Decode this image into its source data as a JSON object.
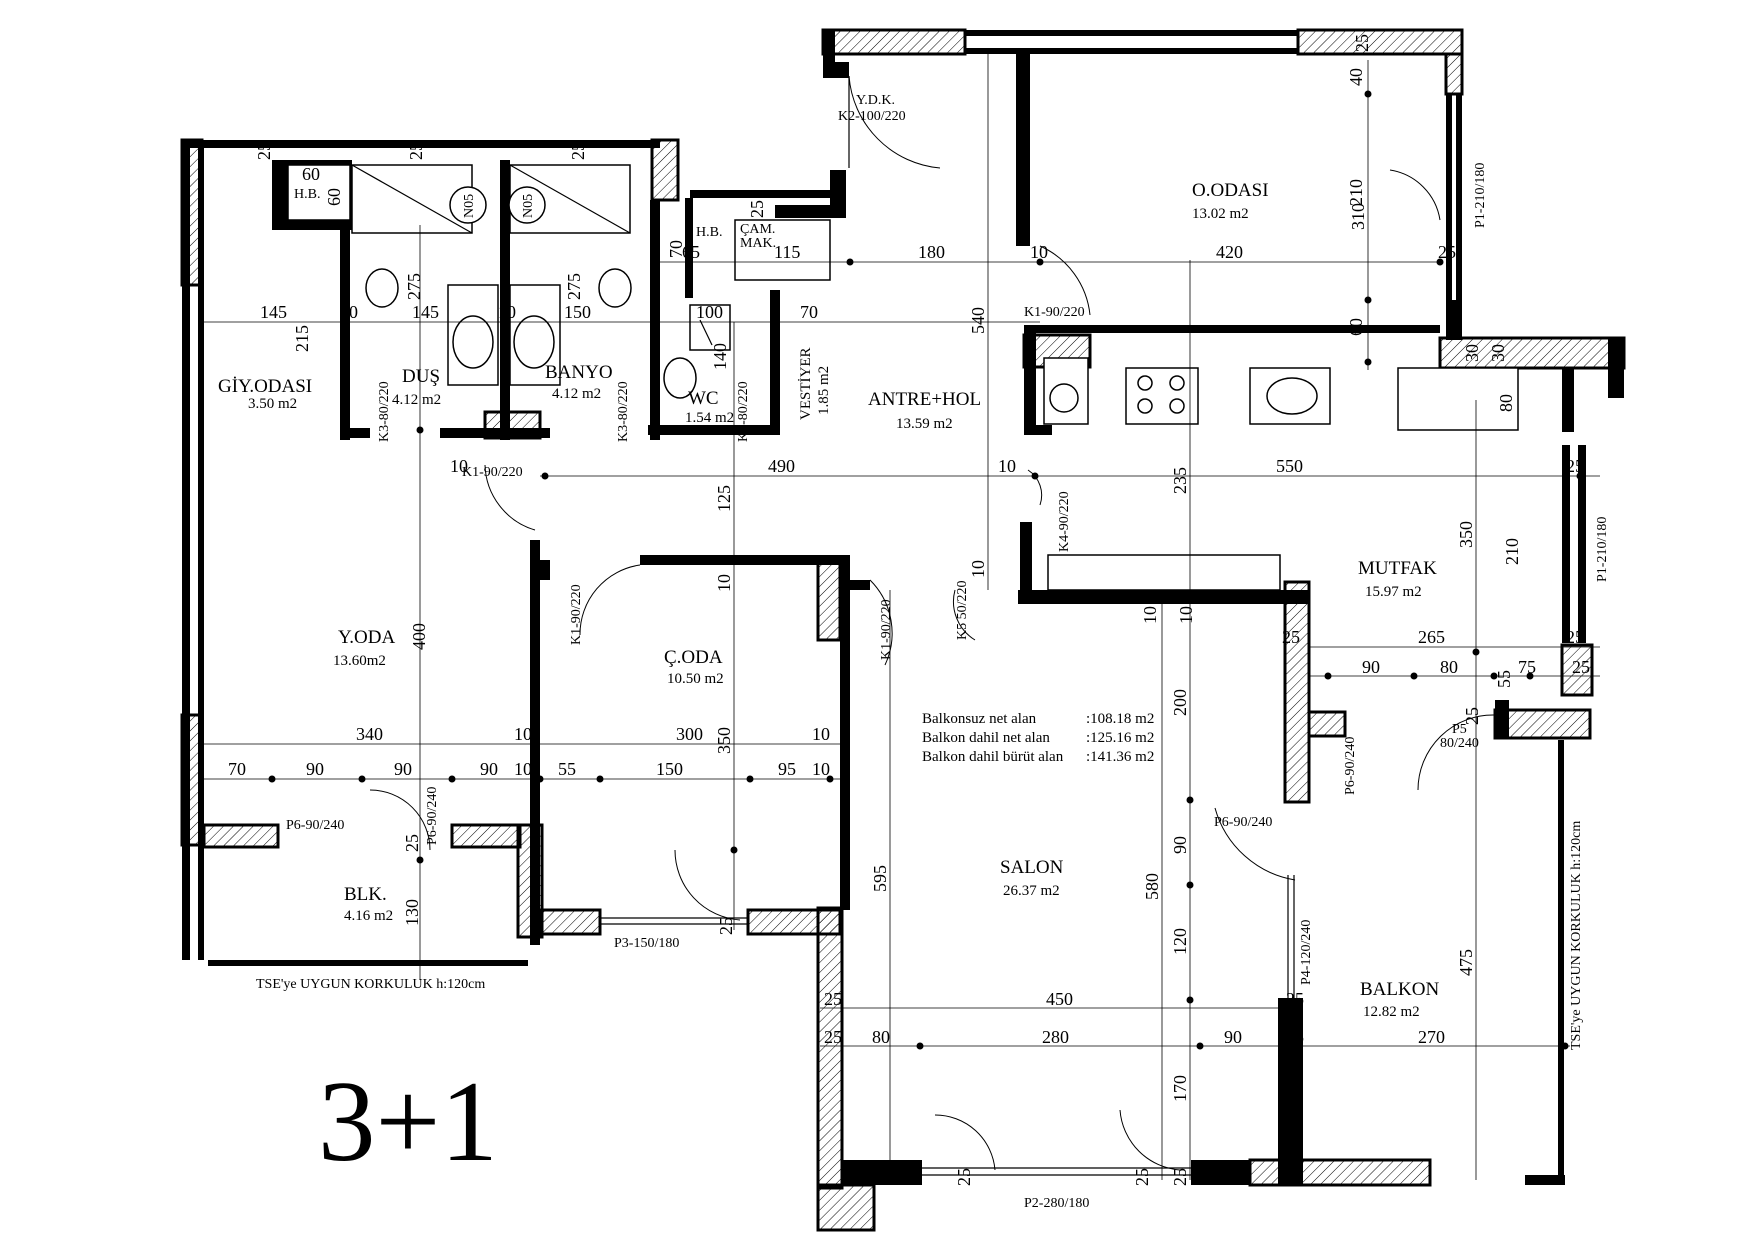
{
  "plan_title": "3+1",
  "rooms": [
    {
      "id": "giy_odasi",
      "name": "GİY.ODASI",
      "area": "3.50 m2"
    },
    {
      "id": "dus",
      "name": "DUŞ",
      "area": "4.12 m2"
    },
    {
      "id": "banyo",
      "name": "BANYO",
      "area": "4.12 m2"
    },
    {
      "id": "wc",
      "name": "WC",
      "area": "1.54 m2"
    },
    {
      "id": "vestiyer",
      "name": "VESTİYER",
      "area": "1.85 m2"
    },
    {
      "id": "antre_hol",
      "name": "ANTRE+HOL",
      "area": "13.59 m2"
    },
    {
      "id": "o_odasi",
      "name": "O.ODASI",
      "area": "13.02 m2"
    },
    {
      "id": "mutfak",
      "name": "MUTFAK",
      "area": "15.97 m2"
    },
    {
      "id": "y_oda",
      "name": "Y.ODA",
      "area": "13.60m2"
    },
    {
      "id": "c_oda",
      "name": "Ç.ODA",
      "area": "10.50 m2"
    },
    {
      "id": "salon",
      "name": "SALON",
      "area": "26.37 m2"
    },
    {
      "id": "blk",
      "name": "BLK.",
      "area": "4.16 m2"
    },
    {
      "id": "balkon",
      "name": "BALKON",
      "area": "12.82 m2"
    }
  ],
  "area_summary": [
    {
      "label": "Balkonsuz net alan",
      "value": ":108.18 m2"
    },
    {
      "label": "Balkon dahil net alan",
      "value": ":125.16 m2"
    },
    {
      "label": "Balkon dahil bürüt alan",
      "value": ":141.36 m2"
    }
  ],
  "doors": {
    "ydk_title": "Y.D.K.",
    "ydk_code": "K2-100/220",
    "k1_hol": "K1-90/220",
    "k1_yoda": "K1-90/220",
    "k1_coda_left": "K1-90/220",
    "k1_coda_right": "K1-90/220",
    "k3_dus": "K3-80/220",
    "k3_banyo": "K3-80/220",
    "k3_wc": "K3-80/220",
    "k4": "K4-90/220",
    "k5": "K5 50/220",
    "p1_top": "P1-210/180",
    "p1_mutfak": "P1-210/180",
    "p2": "P2-280/180",
    "p3": "P3-150/180",
    "p4": "P4-120/240",
    "p5_title": "P5",
    "p5_code": "80/240",
    "p6_blk": "P6-90/240",
    "p6_blk_v": "P6-90/240",
    "p6_mutfak": "P6-90/240",
    "p6_salon": "P6-90/240"
  },
  "fixtures": {
    "hb_left": "H.B.",
    "hb_wc": "H.B.",
    "cam_mak_1": "ÇAM.",
    "cam_mak_2": "MAK.",
    "n05_1": "N05",
    "n05_2": "N05"
  },
  "railing_notes": {
    "bottom": "TSE'ye UYGUN KORKULUK h:120cm",
    "right": "TSE'ye UYGUN KORKULUK h:120cm"
  },
  "dimensions": {
    "d_25a": "25",
    "d_25b": "25",
    "d_25c": "25",
    "d_25d": "25",
    "d_60a": "60",
    "d_60b": "60",
    "d_275a": "275",
    "d_275b": "275",
    "d_145a": "145",
    "d_10a": "10",
    "d_145b": "145",
    "d_10b": "10",
    "d_150a": "150",
    "d_215": "215",
    "d_70a": "70",
    "d_65": "65",
    "d_115": "115",
    "d_180a": "180",
    "d_10c": "10",
    "d_420": "420",
    "d_25e": "25",
    "d_100": "100",
    "d_70b": "70",
    "d_140": "140",
    "d_310": "310",
    "d_210a": "210",
    "d_40": "40",
    "d_60c": "60",
    "d_25f": "25",
    "d_540": "540",
    "d_30a": "30",
    "d_30b": "30",
    "d_80a": "80",
    "d_10d": "10",
    "d_490": "490",
    "d_10e": "10",
    "d_550": "550",
    "d_25g": "25",
    "d_125": "125",
    "d_235": "235",
    "d_350a": "350",
    "d_210b": "210",
    "d_10f": "10",
    "d_10g": "10",
    "d_10h": "10",
    "d_10i": "10",
    "d_25h": "25",
    "d_265": "265",
    "d_25i": "25",
    "d_90a": "90",
    "d_80b": "80",
    "d_55a": "55",
    "d_75": "75",
    "d_25j": "25",
    "d_25k": "25",
    "d_400": "400",
    "d_200": "200",
    "d_340": "340",
    "d_10j": "10",
    "d_300": "300",
    "d_350b": "350",
    "d_10k": "10",
    "d_70c": "70",
    "d_90b": "90",
    "d_90c": "90",
    "d_90d": "90",
    "d_10l": "10",
    "d_55b": "55",
    "d_150b": "150",
    "d_95": "95",
    "d_10m": "10",
    "d_25l": "25",
    "d_130": "130",
    "d_595": "595",
    "d_580": "580",
    "d_90e": "90",
    "d_120": "120",
    "d_475": "475",
    "d_25m": "25",
    "d_450": "450",
    "d_25n": "25",
    "d_25o": "25",
    "d_80c": "80",
    "d_280": "280",
    "d_90f": "90",
    "d_25p": "25",
    "d_270": "270",
    "d_170": "170",
    "d_25q": "25",
    "d_25r": "25",
    "d_25s": "25",
    "d_25t": "25"
  }
}
